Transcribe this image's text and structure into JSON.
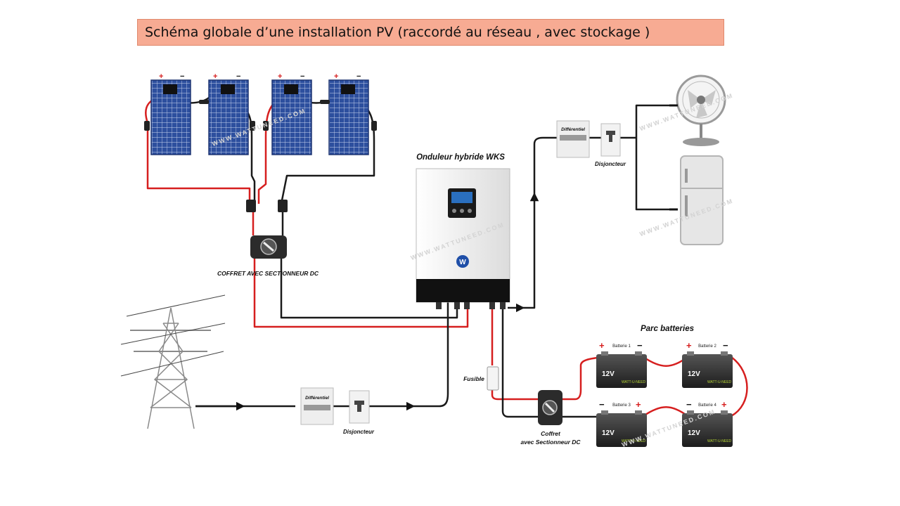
{
  "title": "Schéma globale d’une installation PV (raccordé au réseau , avec stockage )",
  "labels": {
    "inverter": "Onduleur hybride WKS",
    "dc_box_top": "COFFRET AVEC SECTIONNEUR DC",
    "differential_top": "Différentiel",
    "breaker_top": "Disjoncteur",
    "differential_grid": "Différentiel",
    "breaker_grid": "Disjoncteur",
    "battery_park": "Parc batteries",
    "fuse": "Fusible",
    "dc_box_bottom_line1": "Coffret",
    "dc_box_bottom_line2": "avec Sectionneur DC",
    "watermark": "WWW.WATTUNEED.COM"
  },
  "panels": [
    {
      "plus": "+",
      "minus": "−"
    },
    {
      "plus": "+",
      "minus": "−"
    },
    {
      "plus": "+",
      "minus": "−"
    },
    {
      "plus": "+",
      "minus": "−"
    }
  ],
  "batteries": [
    {
      "name": "Batterie 1",
      "voltage": "12V",
      "brand": "WATT-U-NEED",
      "left_sign": "+",
      "right_sign": "−"
    },
    {
      "name": "Batterie 2",
      "voltage": "12V",
      "brand": "WATT-U-NEED",
      "left_sign": "+",
      "right_sign": "−"
    },
    {
      "name": "Batterie 3",
      "voltage": "12V",
      "brand": "WATT-U-NEED",
      "left_sign": "−",
      "right_sign": "+"
    },
    {
      "name": "Batterie 4",
      "voltage": "12V",
      "brand": "WATT-U-NEED",
      "left_sign": "−",
      "right_sign": "+"
    }
  ],
  "colors": {
    "positive_wire": "#d61f1f",
    "negative_wire": "#1a1a1a",
    "panel_blue": "#2d4f9e",
    "title_bg": "#f7ab93"
  }
}
